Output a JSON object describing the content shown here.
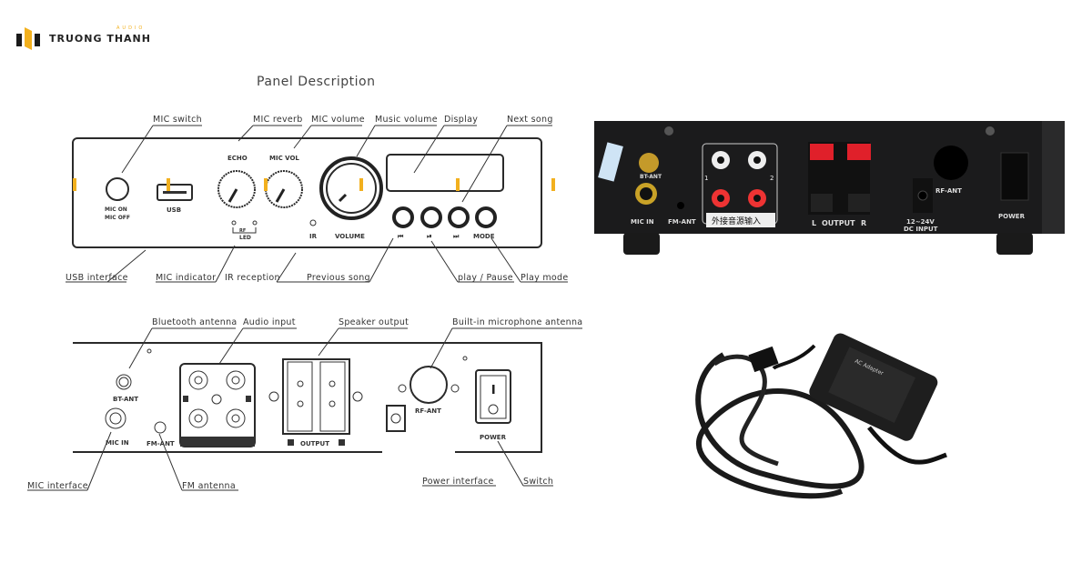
{
  "brand": {
    "name": "TRUONG THANH",
    "sub": "AUDIO",
    "accent": "#f2b01e"
  },
  "title": "Panel Description",
  "front_panel": {
    "top_labels": [
      "MIC switch",
      "MIC reverb",
      "MIC volume",
      "Music volume",
      "Display",
      "Next song"
    ],
    "bottom_labels": [
      "USB interface",
      "MIC indicator",
      "IR reception",
      "Previous song",
      "play / Pause",
      "Play mode"
    ],
    "printed": {
      "mic_on": "MIC ON",
      "mic_off": "MIC OFF",
      "usb": "USB",
      "echo": "ECHO",
      "mic_vol": "MIC VOL",
      "rf": "RF",
      "led": "LED",
      "ir": "IR",
      "volume": "VOLUME",
      "mode": "MODE"
    }
  },
  "back_panel": {
    "top_labels": [
      "Bluetooth antenna",
      "Audio input",
      "Speaker output",
      "Built-in microphone antenna"
    ],
    "bottom_labels": [
      "MIC interface",
      "FM antenna",
      "Power interface",
      "Switch"
    ],
    "printed": {
      "bt_ant": "BT-ANT",
      "mic_in": "MIC IN",
      "fm_ant": "FM-ANT",
      "output": "OUTPUT",
      "rf_ant": "RF-ANT",
      "power": "POWER"
    }
  },
  "photo": {
    "labels": {
      "bt_ant": "BT-ANT",
      "mic_in": "MIC IN",
      "fm_ant": "FM-ANT",
      "aux": "外接音源输入",
      "output": "OUTPUT",
      "l": "L",
      "r": "R",
      "dc1": "12~24V",
      "dc2": "DC INPUT",
      "rf_ant": "RF-ANT",
      "power": "POWER",
      "ch1": "1",
      "ch2": "2"
    },
    "adapter_label": "AC Adapter"
  }
}
